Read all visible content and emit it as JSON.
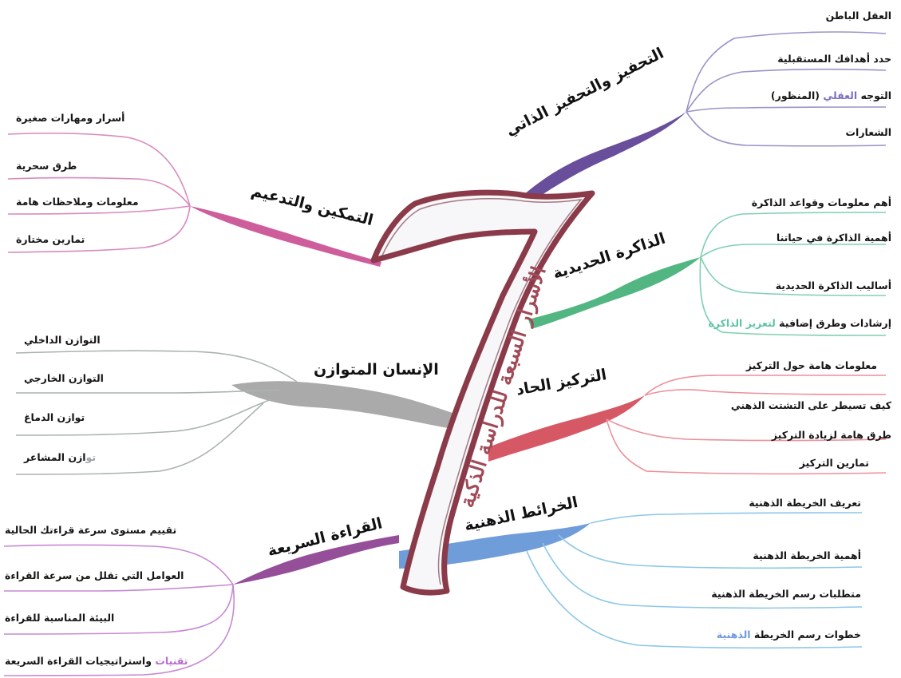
{
  "center": {
    "title": "الأسرار السبعة للدراسة الذكية",
    "numeral_shape": "seven-shaped-center"
  },
  "colors": {
    "motivation": "#5b3f92",
    "memory": "#3fae74",
    "focus": "#d0414f",
    "mindmaps": "#5b8fd4",
    "speed_reading": "#8a3c8e",
    "balance": "#9b9b9b",
    "empowerment": "#c6478d",
    "center_outline": "#8a3a48",
    "highlight_purple": "#7a6fc0",
    "highlight_teal": "#5fc3a6",
    "highlight_blue": "#6e9ae0",
    "highlight_gray": "#9aa0a6",
    "highlight_magenta": "#b86bd0"
  },
  "branches": {
    "motivation": {
      "title": "التحفيز والتحفيز الذاتي",
      "items": [
        {
          "pre": "العقل الباطن",
          "hl": "",
          "post": ""
        },
        {
          "pre": "حدد أهدافك المستقبلية",
          "hl": "",
          "post": ""
        },
        {
          "pre": "التوجه ",
          "hl": "العقلي",
          "post": " (المنظور)"
        },
        {
          "pre": "الشعارات",
          "hl": "",
          "post": ""
        }
      ]
    },
    "memory": {
      "title": "الذاكرة الحديدية",
      "items": [
        {
          "pre": "أهم معلومات وقواعد الذاكرة",
          "hl": "",
          "post": ""
        },
        {
          "pre": "أهمية الذاكرة في حياتنا",
          "hl": "",
          "post": ""
        },
        {
          "pre": "أساليب الذاكرة الحديدية",
          "hl": "",
          "post": ""
        },
        {
          "pre": "إرشادات وطرق إضافية ",
          "hl": "لتعزيز الذاكرة",
          "post": ""
        }
      ]
    },
    "focus": {
      "title": "التركيز الحاد",
      "items": [
        {
          "pre": "معلومات هامة حول التركيز",
          "hl": "",
          "post": ""
        },
        {
          "pre": "كيف تسيطر على التشتت الذهني",
          "hl": "",
          "post": ""
        },
        {
          "pre": "طرق هامة لزيادة التركيز",
          "hl": "",
          "post": ""
        },
        {
          "pre": "تمارين التركيز",
          "hl": "",
          "post": ""
        }
      ]
    },
    "mindmaps": {
      "title": "الخرائط الذهنية",
      "items": [
        {
          "pre": "تعريف الخريطة الذهنية",
          "hl": "",
          "post": ""
        },
        {
          "pre": "أهمية الخريطة الذهنية",
          "hl": "",
          "post": ""
        },
        {
          "pre": "متطلبات رسم الخريطة الذهنية",
          "hl": "",
          "post": ""
        },
        {
          "pre": "خطوات رسم الخريطة ",
          "hl": "الذهنية",
          "post": ""
        }
      ]
    },
    "empowerment": {
      "title": "التمكين والتدعيم",
      "items": [
        {
          "pre": "أسرار ومهارات صغيرة",
          "hl": "",
          "post": ""
        },
        {
          "pre": "طرق سحرية",
          "hl": "",
          "post": ""
        },
        {
          "pre": "معلومات وملاحظات هامة",
          "hl": "",
          "post": ""
        },
        {
          "pre": "تمارين مختارة",
          "hl": "",
          "post": ""
        }
      ]
    },
    "balance": {
      "title": "الإنسان المتوازن",
      "items": [
        {
          "pre": "التوازن الداخلي",
          "hl": "",
          "post": ""
        },
        {
          "pre": "التوازن الخارجي",
          "hl": "",
          "post": ""
        },
        {
          "pre": "توازن الدماغ",
          "hl": "",
          "post": ""
        },
        {
          "pre": "",
          "hl": "تو",
          "post": "ازن المشاعر"
        }
      ]
    },
    "speed_reading": {
      "title": "القراءة السريعة",
      "items": [
        {
          "pre": "تقييم مستوى سرعة قراءتك الحالية",
          "hl": "",
          "post": ""
        },
        {
          "pre": "العوامل التي تقلل من سرعة القراءة",
          "hl": "",
          "post": ""
        },
        {
          "pre": "البيئة المناسبة للقراءة",
          "hl": "",
          "post": ""
        },
        {
          "pre": "",
          "hl": "تقنيات",
          "post": " واستراتيجيات القراءة السريعة"
        }
      ]
    }
  }
}
